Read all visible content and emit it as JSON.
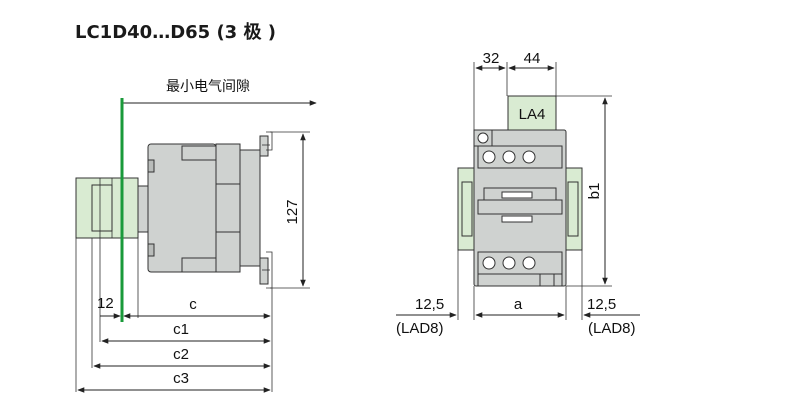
{
  "title": "LC1D40…D65 (3 极 )",
  "left_view": {
    "clearance_label": "最小电气间隙",
    "dim_127": "127",
    "dim_12": "12",
    "dim_c": "c",
    "dim_c1": "c1",
    "dim_c2": "c2",
    "dim_c3": "c3"
  },
  "right_view": {
    "dim_32": "32",
    "dim_44": "44",
    "accessory_label": "LA4",
    "dim_b1": "b1",
    "dim_left_12_5": "12,5",
    "dim_left_lad8": "(LAD8)",
    "dim_a": "a",
    "dim_right_12_5": "12,5",
    "dim_right_lad8": "(LAD8)"
  },
  "colors": {
    "green_line": "#1a9a3a",
    "accessory_fill": "#d9ebd2",
    "body_fill": "#cfd2d0"
  }
}
